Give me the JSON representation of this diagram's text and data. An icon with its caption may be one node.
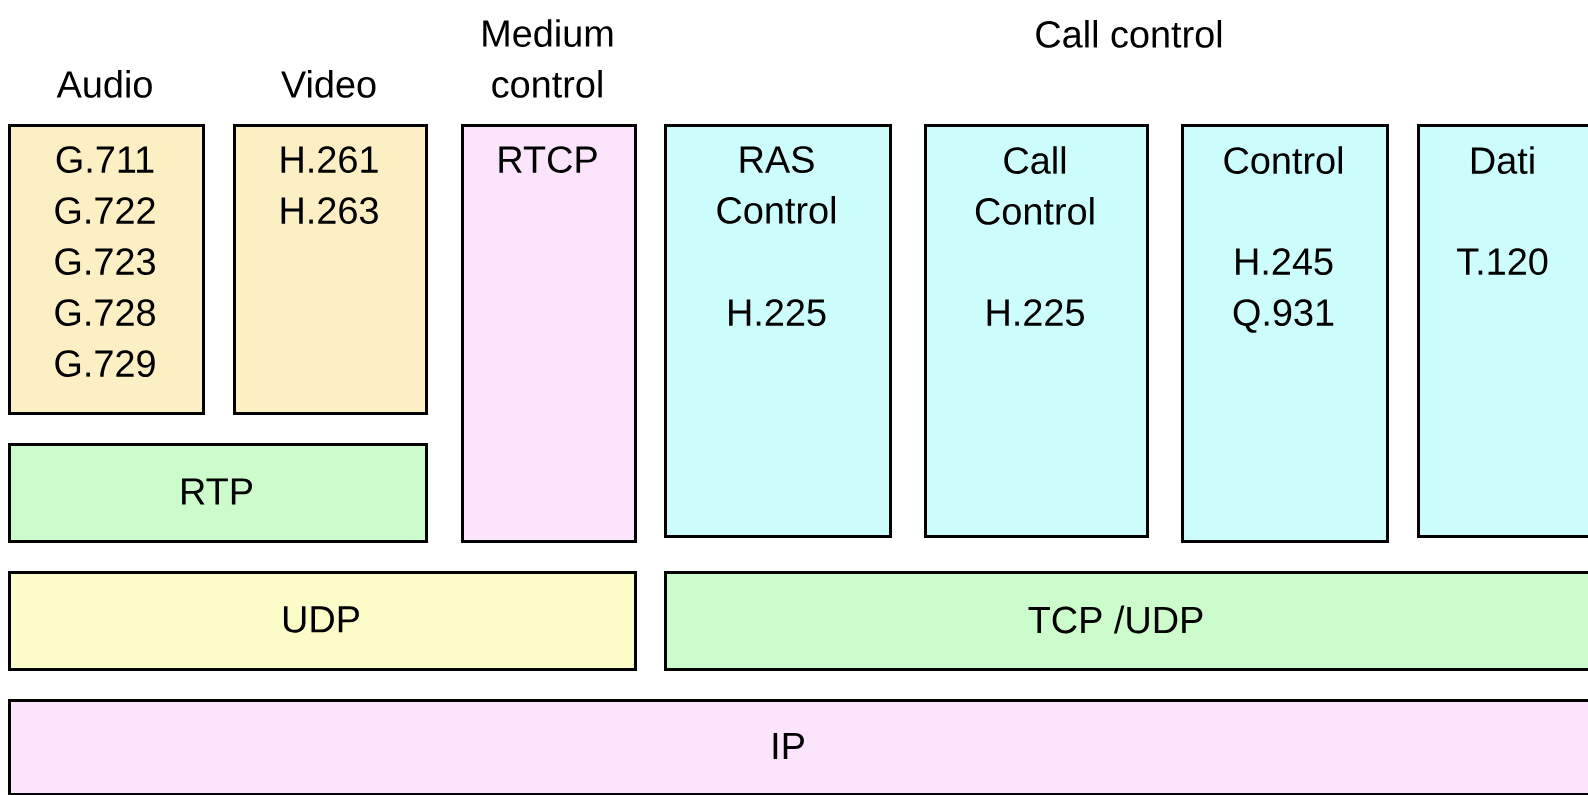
{
  "diagram": {
    "nodes": [
      {
        "text": [
          "Audio",
          "G.711",
          "G.722",
          "G.723",
          "G.728",
          "G.729"
        ]
      },
      {
        "text": [
          "Video",
          "H.261",
          "H.263"
        ]
      },
      {
        "text": [
          "Medium control",
          "RTCP"
        ]
      },
      {
        "text": [
          "RAS Control",
          "H.225"
        ]
      },
      {
        "text": [
          "Call Control",
          "H.225"
        ]
      },
      {
        "text": [
          "Control",
          "H.245",
          "Q.931"
        ]
      },
      {
        "text": [
          "Dati",
          "T.120"
        ]
      },
      {
        "text": [
          "RTP"
        ]
      },
      {
        "text": [
          "UDP"
        ]
      },
      {
        "text": [
          "TCP /UDP"
        ]
      },
      {
        "text": [
          "IP"
        ]
      }
    ],
    "labels": [
      "Call control"
    ]
  }
}
